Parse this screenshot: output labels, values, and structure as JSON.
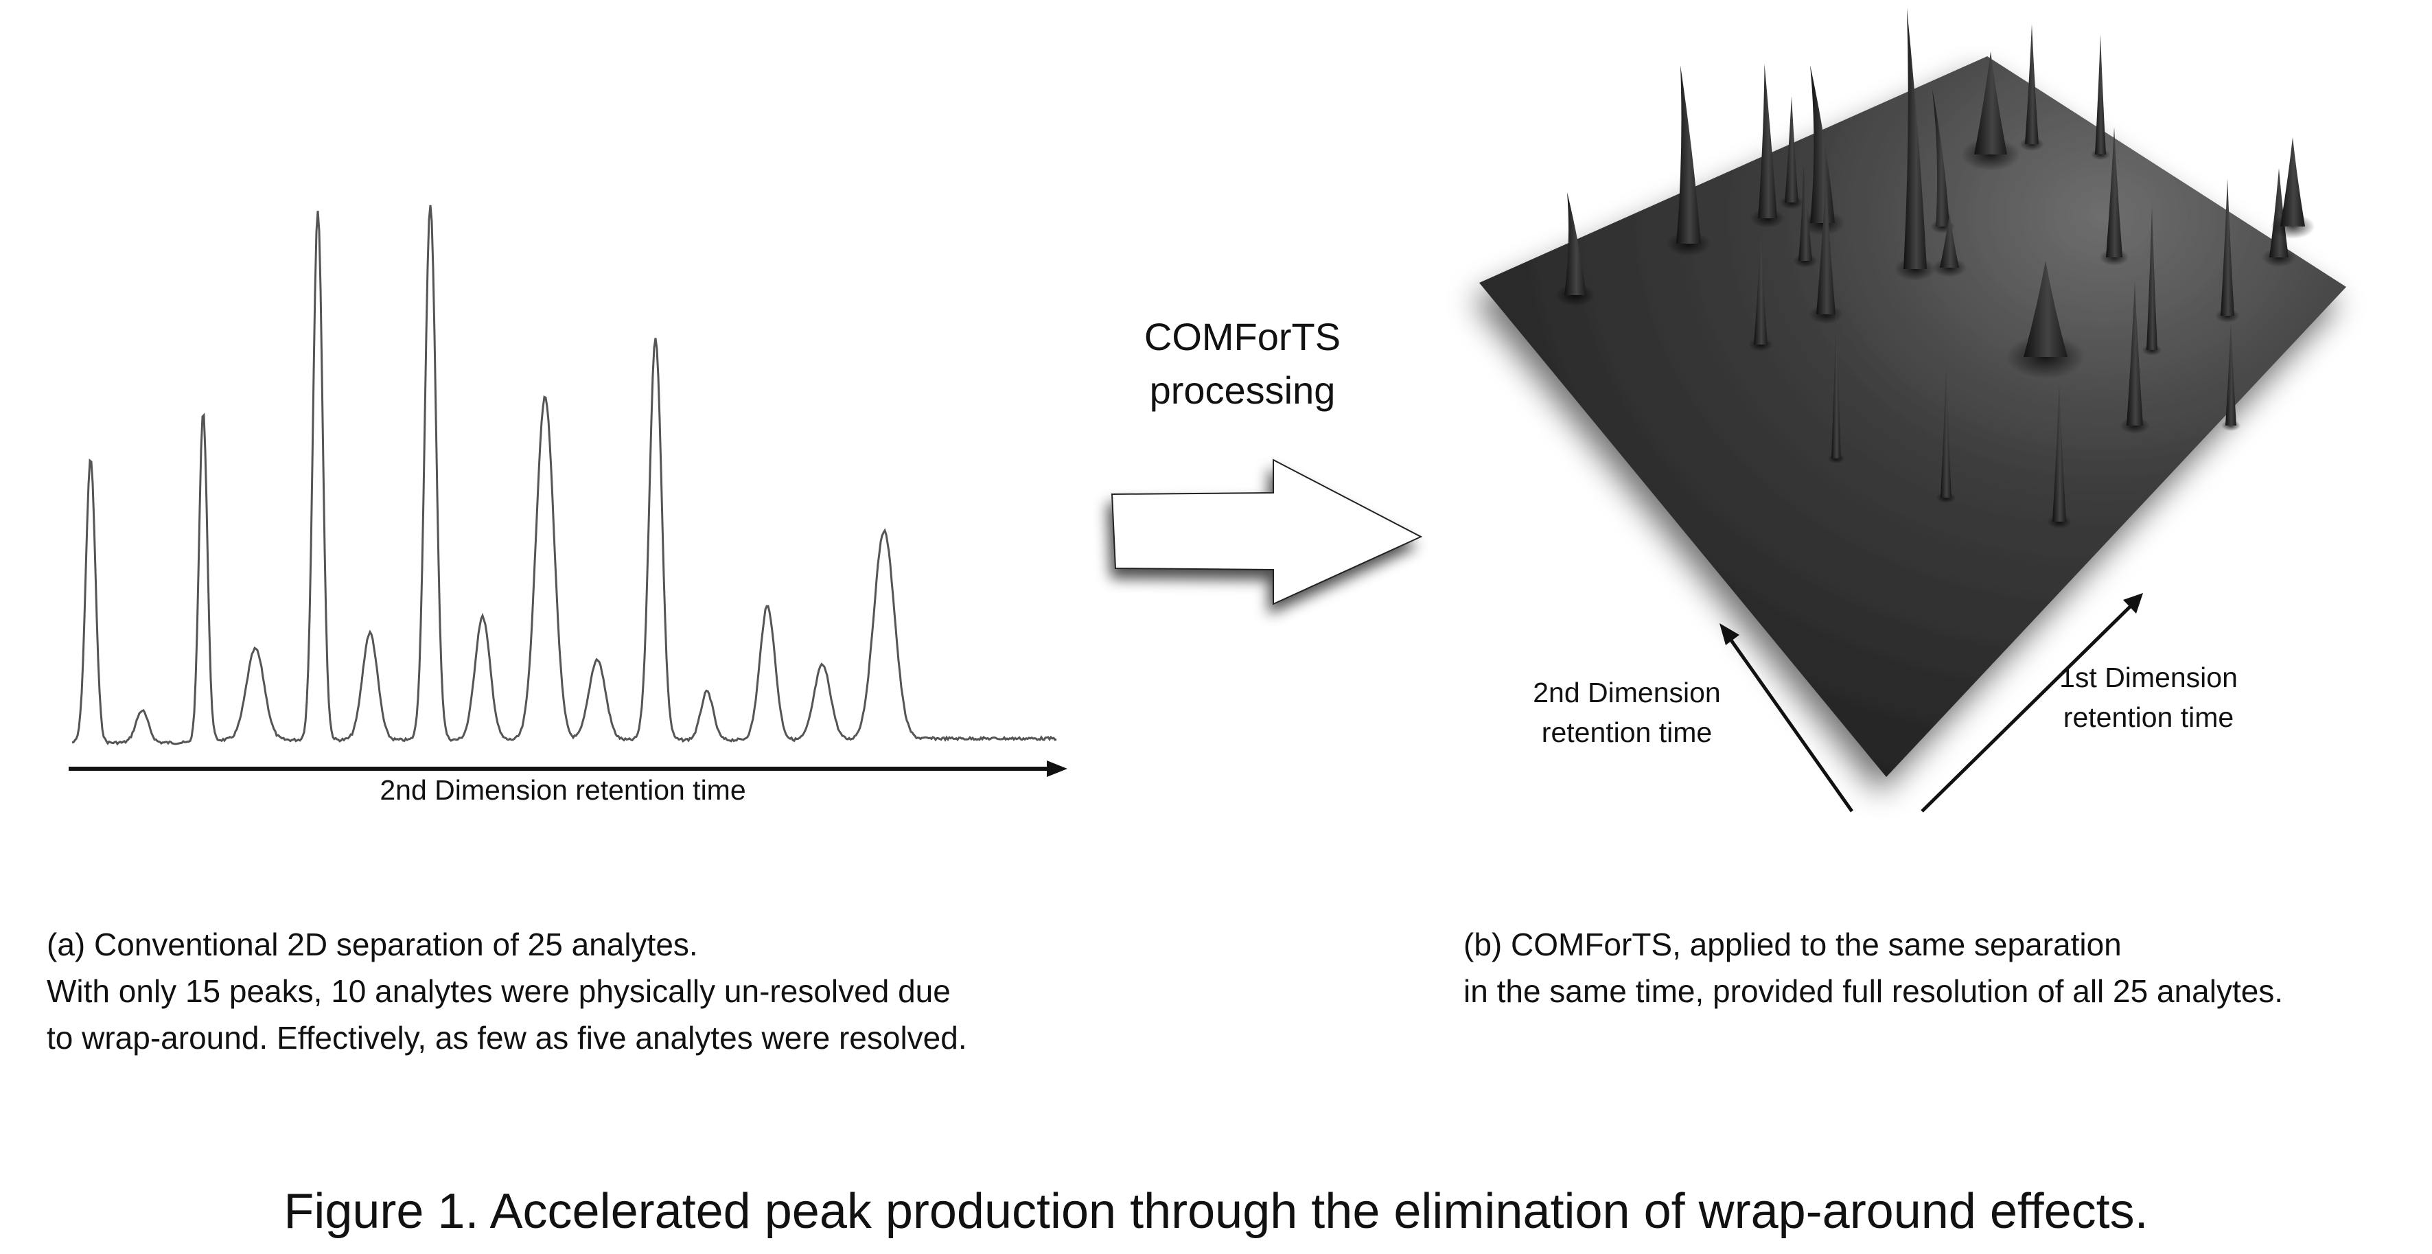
{
  "panel_a": {
    "axis_label": "2nd Dimension retention time",
    "caption_lines": [
      "(a) Conventional 2D separation of 25 analytes.",
      "With only 15 peaks, 10 analytes were physically un-resolved due",
      "to wrap-around. Effectively, as few as five analytes were resolved."
    ]
  },
  "processing": {
    "lines": [
      "COMForTS",
      "processing"
    ]
  },
  "panel_b": {
    "axis_2nd_lines": [
      "2nd Dimension",
      "retention time"
    ],
    "axis_1st_lines": [
      "1st Dimension",
      "retention time"
    ],
    "caption_lines": [
      "(b) COMForTS, applied to the same separation",
      "in the same time, provided full resolution of all 25 analytes."
    ]
  },
  "figure_title": "Figure 1. Accelerated peak production through the elimination of wrap-around effects.",
  "colors": {
    "trace": "#555555",
    "surface": "#333333",
    "arrow_fill": "#ffffff"
  }
}
